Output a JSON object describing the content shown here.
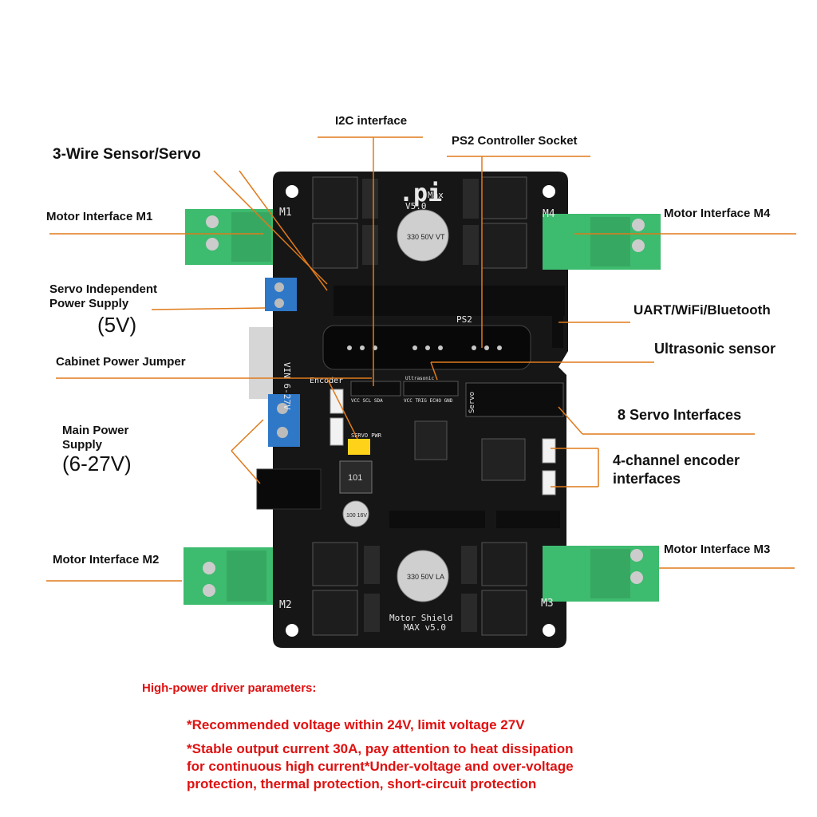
{
  "labels": {
    "i2c": "I2C interface",
    "ps2": "PS2 Controller Socket",
    "three_wire": "3-Wire Sensor/Servo",
    "m1": "Motor Interface M1",
    "m4": "Motor Interface M4",
    "servo_power": "Servo Independent",
    "servo_power_2": "Power Supply",
    "servo_power_voltage": "(5V)",
    "uart": "UART/WiFi/Bluetooth",
    "cabinet": "Cabinet Power Jumper",
    "ultrasonic": "Ultrasonic sensor",
    "main_power": "Main Power",
    "main_power_2": "Supply",
    "main_power_voltage": "(6-27V)",
    "servo8": "8 Servo Interfaces",
    "encoder_1": "4-channel encoder",
    "encoder_2": "interfaces",
    "m2": "Motor Interface M2",
    "m3": "Motor Interface M3"
  },
  "board": {
    "logo": ".pi",
    "logo_sub": "Max",
    "version_top": "V5.0",
    "name_1": "Motor Shield",
    "name_2": "MAX v5.0",
    "m1": "M1",
    "m2": "M2",
    "m3": "M3",
    "m4": "M4",
    "cap_top": "330 50V VT",
    "cap_bottom": "330 50V LA",
    "cap_small": "100 16V",
    "inductor": "101",
    "ps2": "PS2",
    "vin": "VIN 6-27V",
    "servo_pwr": "SERVO PWR",
    "encoder": "Encoder",
    "servo": "Servo",
    "ultrasonic": "Ultrasonic",
    "i2c_pins": "VCC SCL SDA",
    "us_pins": "VCC TRIG ECHO GND"
  },
  "notes": {
    "heading": "High-power driver parameters:",
    "line1": "*Recommended voltage within 24V, limit voltage 27V",
    "line2": "*Stable output current 30A, pay attention to heat dissipation",
    "line3": "for continuous high current*Under-voltage and over-voltage",
    "line4": "protection, thermal protection, short-circuit protection"
  },
  "colors": {
    "pcb": "#161616",
    "terminal": "#3dbb6e",
    "terminal_blue": "#2f78c8",
    "leader": "#e07a1a",
    "note": "#e01010"
  }
}
